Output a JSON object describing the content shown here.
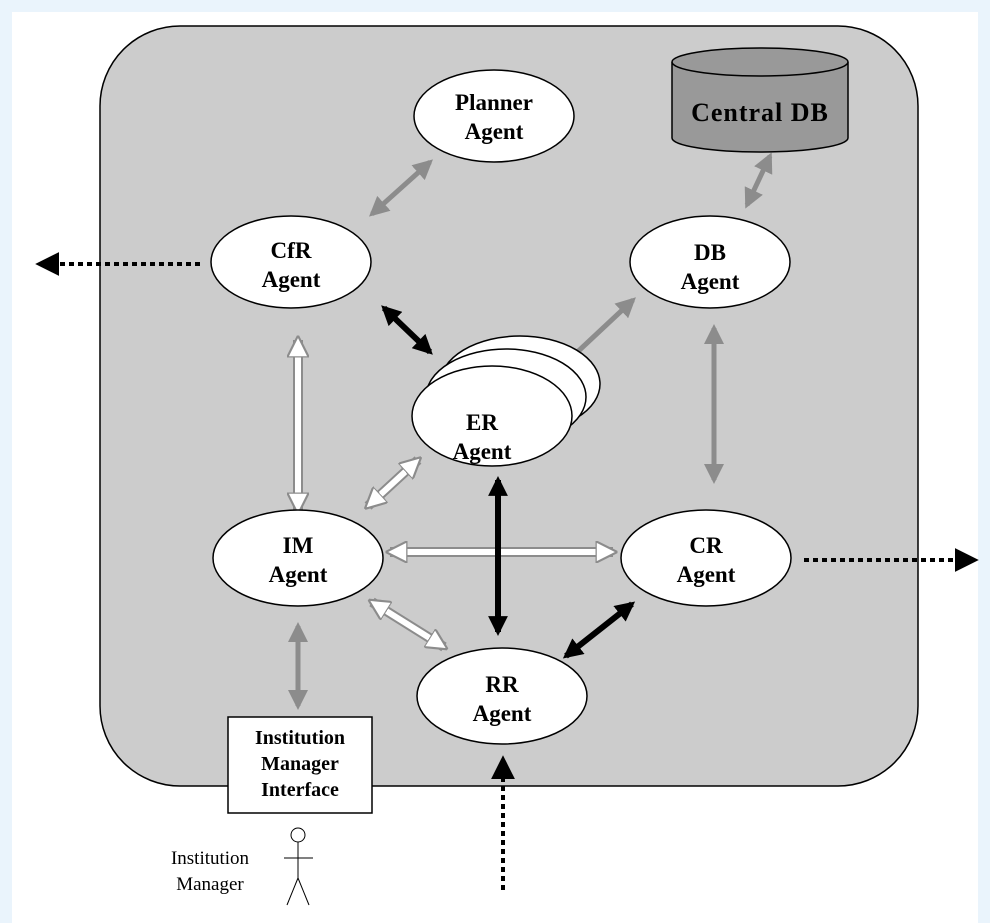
{
  "agents": {
    "planner": {
      "line1": "Planner",
      "line2": "Agent"
    },
    "cfr": {
      "line1": "CfR",
      "line2": "Agent"
    },
    "db": {
      "line1": "DB",
      "line2": "Agent"
    },
    "er": {
      "line1": "ER",
      "line2": "Agent"
    },
    "im": {
      "line1": "IM",
      "line2": "Agent"
    },
    "cr": {
      "line1": "CR",
      "line2": "Agent"
    },
    "rr": {
      "line1": "RR",
      "line2": "Agent"
    }
  },
  "central_db": {
    "label": "Central DB"
  },
  "interface": {
    "line1": "Institution",
    "line2": "Manager",
    "line3": "Interface"
  },
  "actor": {
    "line1": "Institution",
    "line2": "Manager"
  },
  "colors": {
    "background": "#ffffff",
    "frame": "#eaf4fc",
    "container_fill": "#cccccc",
    "db_fill": "#999999",
    "arrow_gray": "#8c8c8c",
    "arrow_white": "#ffffff",
    "arrow_black": "#000000"
  }
}
